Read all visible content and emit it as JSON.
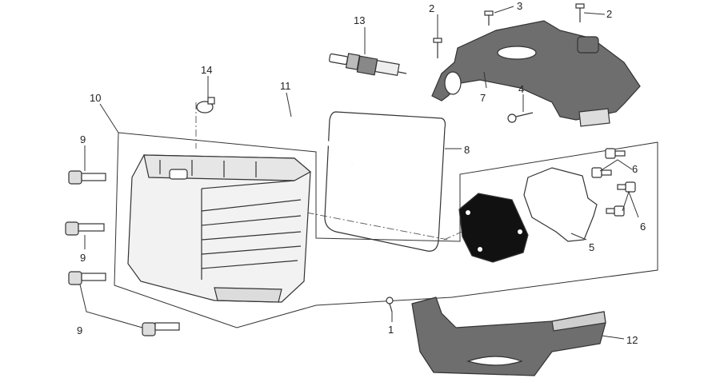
{
  "colors": {
    "line": "#333333",
    "cover_fill": "#f2f2f2",
    "dark_part": "#6e6e6e",
    "gasket_fill": "#111111",
    "background": "#ffffff"
  },
  "callouts": {
    "c1": "1",
    "c2a": "2",
    "c2b": "2",
    "c3": "3",
    "c4": "4",
    "c5": "5",
    "c6a": "6",
    "c6b": "6",
    "c7": "7",
    "c8": "8",
    "c9a": "9",
    "c9b": "9",
    "c9c": "9",
    "c10": "10",
    "c11": "11",
    "c12": "12",
    "c13": "13",
    "c14": "14"
  },
  "icons": {
    "spark_plug": "spark-plug-icon",
    "bolt": "bolt-icon",
    "screw": "screw-icon",
    "clamp": "hose-clamp-icon"
  }
}
